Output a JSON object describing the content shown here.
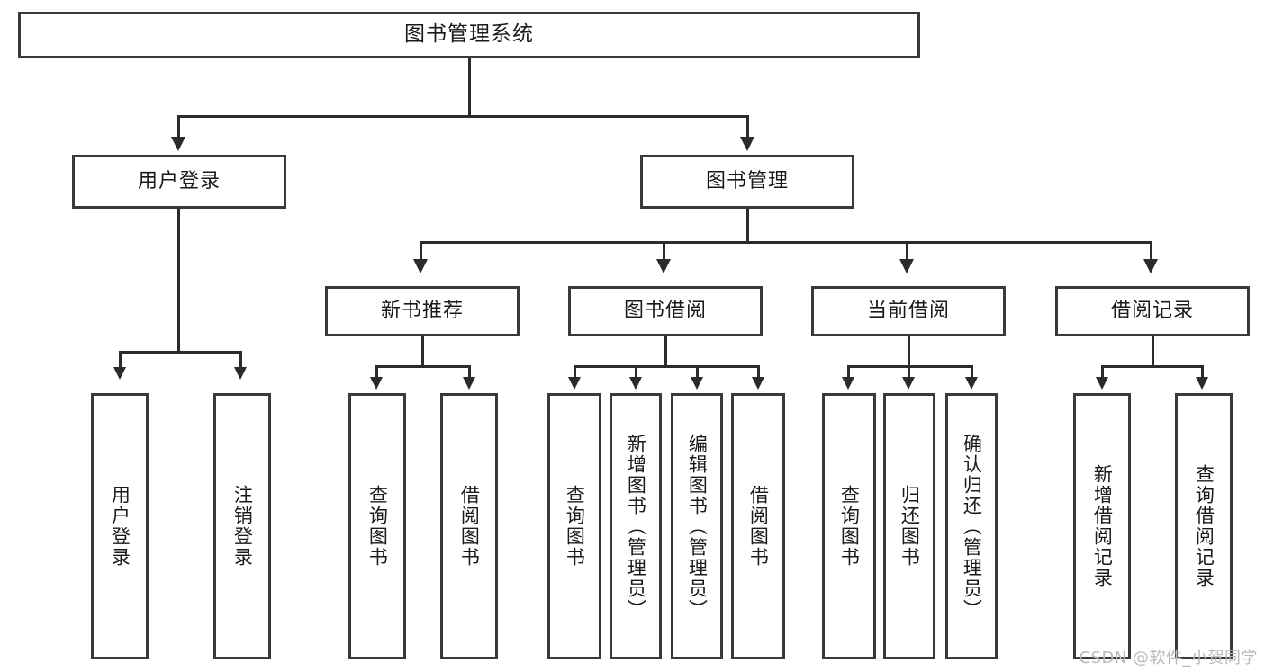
{
  "diagram": {
    "type": "tree-hierarchy",
    "title": "图书管理系统",
    "root": {
      "label": "图书管理系统"
    },
    "level2": [
      {
        "label": "用户登录"
      },
      {
        "label": "图书管理"
      }
    ],
    "level3": [
      {
        "label": "新书推荐"
      },
      {
        "label": "图书借阅"
      },
      {
        "label": "当前借阅"
      },
      {
        "label": "借阅记录"
      }
    ],
    "leaves": [
      {
        "label": "用户登录",
        "parent": "用户登录"
      },
      {
        "label": "注销登录",
        "parent": "用户登录"
      },
      {
        "label": "查询图书",
        "parent": "新书推荐"
      },
      {
        "label": "借阅图书",
        "parent": "新书推荐"
      },
      {
        "label": "查询图书",
        "parent": "图书借阅"
      },
      {
        "label": "新增图书（管理员）",
        "parent": "图书借阅"
      },
      {
        "label": "编辑图书（管理员）",
        "parent": "图书借阅"
      },
      {
        "label": "借阅图书",
        "parent": "图书借阅"
      },
      {
        "label": "查询图书",
        "parent": "当前借阅"
      },
      {
        "label": "归还图书",
        "parent": "当前借阅"
      },
      {
        "label": "确认归还（管理员）",
        "parent": "当前借阅"
      },
      {
        "label": "新增借阅记录",
        "parent": "借阅记录"
      },
      {
        "label": "查询借阅记录",
        "parent": "借阅记录"
      }
    ]
  },
  "watermark": {
    "text": "CSDN @软件_小贺同学"
  },
  "colors": {
    "box_border": "#3a3a3a",
    "line": "#2b2b2b",
    "text": "#1a1a1a",
    "background": "#ffffff",
    "watermark": "#b9b9b9"
  }
}
